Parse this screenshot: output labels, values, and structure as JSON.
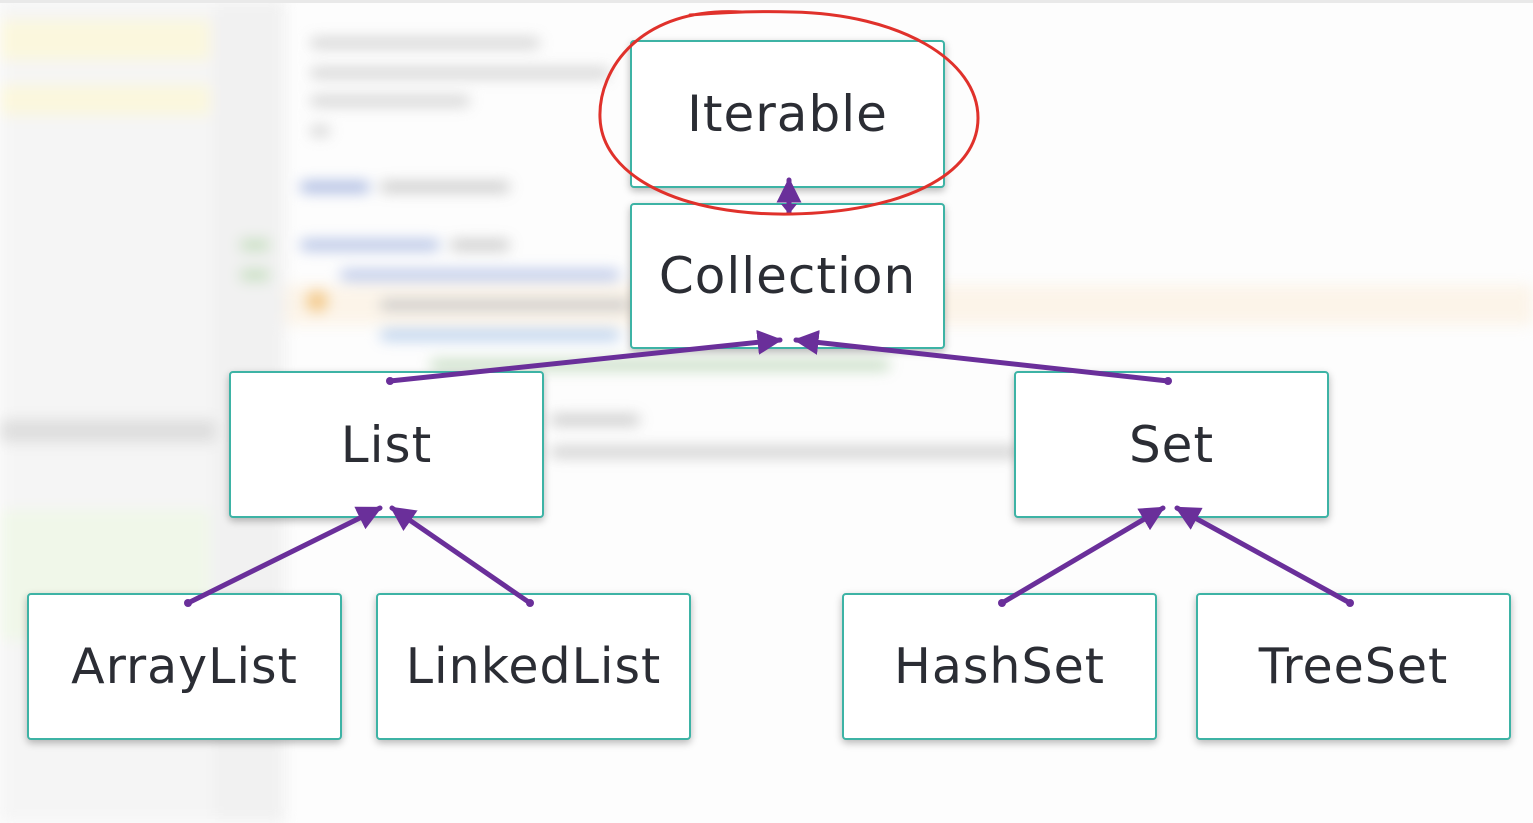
{
  "diagram": {
    "nodes": {
      "iterable": "Iterable",
      "collection": "Collection",
      "list": "List",
      "set": "Set",
      "arraylist": "ArrayList",
      "linkedlist": "LinkedList",
      "hashset": "HashSet",
      "treeset": "TreeSet"
    },
    "edges": [
      {
        "from": "Collection",
        "to": "Iterable"
      },
      {
        "from": "List",
        "to": "Collection"
      },
      {
        "from": "Set",
        "to": "Collection"
      },
      {
        "from": "ArrayList",
        "to": "List"
      },
      {
        "from": "LinkedList",
        "to": "List"
      },
      {
        "from": "HashSet",
        "to": "Set"
      },
      {
        "from": "TreeSet",
        "to": "Set"
      }
    ],
    "highlighted_node": "Iterable",
    "colors": {
      "box_border": "#3db3a5",
      "box_text": "#2b2d34",
      "edge": "#6a2f9a",
      "highlight_circle": "#e0312b"
    }
  }
}
